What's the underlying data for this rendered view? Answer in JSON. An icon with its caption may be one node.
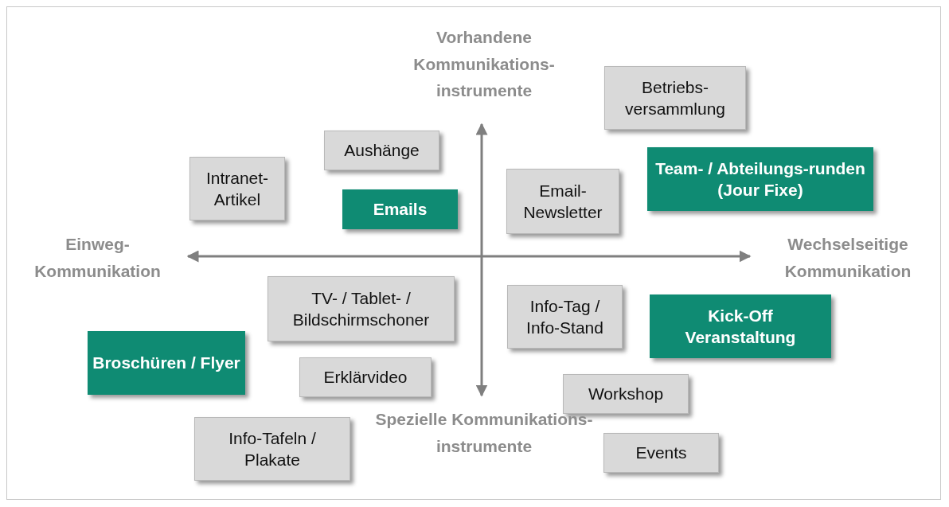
{
  "diagram": {
    "nodes": [
      {
        "text": [
          "Intranet-Artikel"
        ]
      },
      {
        "text": [
          "Aushänge"
        ]
      },
      {
        "text": [
          "Emails"
        ]
      },
      {
        "text": [
          "Email-Newsletter"
        ]
      },
      {
        "text": [
          "Betriebs-versammlung"
        ]
      },
      {
        "text": [
          "Team- / Abteilungs-runden (Jour Fixe)"
        ]
      },
      {
        "text": [
          "TV- / Tablet- / Bildschirmschoner"
        ]
      },
      {
        "text": [
          "Info-Tag / Info-Stand"
        ]
      },
      {
        "text": [
          "Kick-Off Veranstaltung"
        ]
      },
      {
        "text": [
          "Broschüren / Flyer"
        ]
      },
      {
        "text": [
          "Erklärvideo"
        ]
      },
      {
        "text": [
          "Workshop"
        ]
      },
      {
        "text": [
          "Info-Tafeln / Plakate"
        ]
      },
      {
        "text": [
          "Events"
        ]
      }
    ],
    "labels": [
      "Vorhandene Kommunikations-instrumente",
      "Einweg-Kommunikation",
      "Wechselseitige Kommunikation",
      "Spezielle Kommunikations-instrumente"
    ]
  }
}
